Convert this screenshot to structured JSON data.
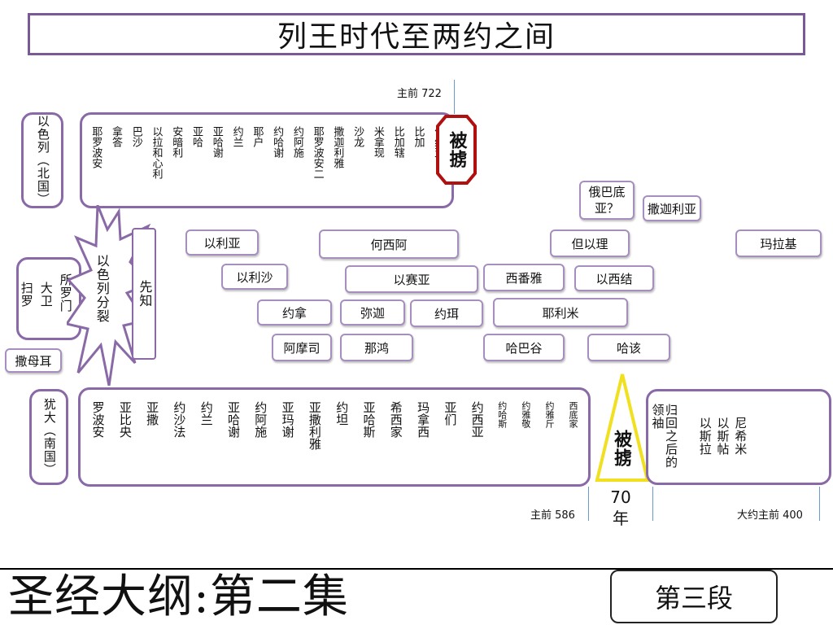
{
  "title": "列王时代至两约之间",
  "dates": {
    "d722": "主前 722",
    "d586": "主前 586",
    "d400": "大约主前 400"
  },
  "north": {
    "label": "以色列（北国）",
    "kings": [
      "耶罗波安",
      "拿答",
      "巴沙",
      "以拉和心利",
      "安暗利",
      "亚哈",
      "亚哈谢",
      "约兰",
      "耶户",
      "约哈谢",
      "约阿施",
      "耶罗波安二",
      "撒迦利雅",
      "沙龙",
      "米拿现",
      "比加辖",
      "比加",
      "何细亚"
    ]
  },
  "south": {
    "label": "犹大（南国）",
    "kings": [
      "罗波安",
      "亚比央",
      "亚撒",
      "约沙法",
      "约兰",
      "亚哈谢",
      "约阿施",
      "亚玛谢",
      "亚撒利雅",
      "约坦",
      "亚哈斯",
      "希西家",
      "玛拿西",
      "亚们",
      "约西亚",
      "约哈斯",
      "约雅敬",
      "约雅斤",
      "西底家"
    ]
  },
  "united": {
    "kings": [
      "扫罗",
      "大卫",
      "所罗门"
    ],
    "samuel": "撒母耳"
  },
  "split_label": "以色列分裂",
  "prophets_label": "先知",
  "exile_north": "被掳",
  "exile_south": "被掳",
  "exile_years": "70年",
  "return_label": "归回之后的领袖",
  "return_leaders": [
    "以斯拉",
    "以斯帖",
    "尼希米"
  ],
  "prophets": {
    "obadiah": "俄巴底亚？",
    "zechariah": "撒迦利亚",
    "elijah": "以利亚",
    "hosea": "何西阿",
    "daniel": "但以理",
    "malachi": "玛拉基",
    "elisha": "以利沙",
    "isaiah": "以赛亚",
    "zephaniah": "西番雅",
    "ezekiel": "以西结",
    "jonah": "约拿",
    "micah": "弥迦",
    "joel": "约珥",
    "jeremiah": "耶利米",
    "amos": "阿摩司",
    "nahum": "那鸿",
    "habakkuk": "哈巴谷",
    "haggai": "哈该"
  },
  "footer": {
    "series": "圣经大纲:第二集",
    "segment": "第三段"
  },
  "colors": {
    "frame": "#8a6aa6",
    "exile_north_border": "#b01010",
    "exile_south_border": "#f0e020",
    "timeline": "#6a9ad0"
  }
}
